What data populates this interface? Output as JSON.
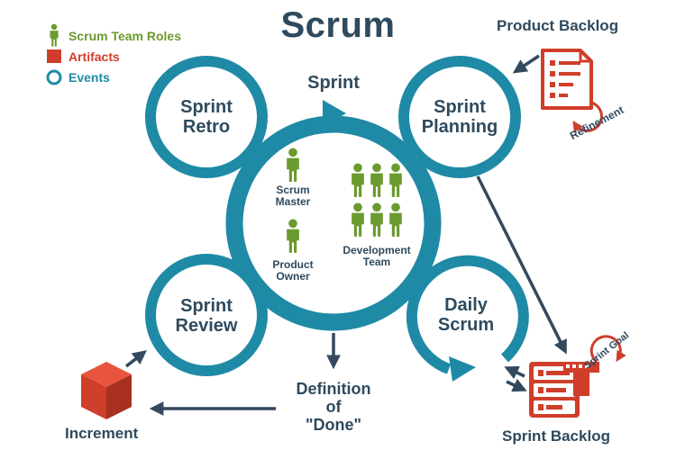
{
  "title": "Scrum",
  "legend": [
    {
      "label": "Scrum Team Roles",
      "color": "#6b9a2e",
      "marker": "person"
    },
    {
      "label": "Artifacts",
      "color": "#cf3e2a",
      "marker": "square"
    },
    {
      "label": "Events",
      "color": "#1f8aa6",
      "marker": "ring"
    }
  ],
  "events": {
    "sprint": "Sprint",
    "retro": [
      "Sprint",
      "Retro"
    ],
    "planning": [
      "Sprint",
      "Planning"
    ],
    "review": [
      "Sprint",
      "Review"
    ],
    "daily": [
      "Daily",
      "Scrum"
    ]
  },
  "roles": {
    "scrum_master": [
      "Scrum",
      "Master"
    ],
    "product_owner": [
      "Product",
      "Owner"
    ],
    "dev_team": [
      "Development",
      "Team"
    ]
  },
  "artifacts": {
    "product_backlog": "Product Backlog",
    "sprint_backlog": "Sprint Backlog",
    "increment": "Increment"
  },
  "annotations": {
    "refinement": "Refinement",
    "sprint_goal": "Sprint Goal",
    "definition_of_done": [
      "Definition",
      "of",
      "\"Done\""
    ]
  },
  "colors": {
    "event": "#1f8aa6",
    "role": "#6b9a2e",
    "artifact": "#cf3e2a",
    "text": "#2f4a5e",
    "arrow": "#34495e"
  }
}
